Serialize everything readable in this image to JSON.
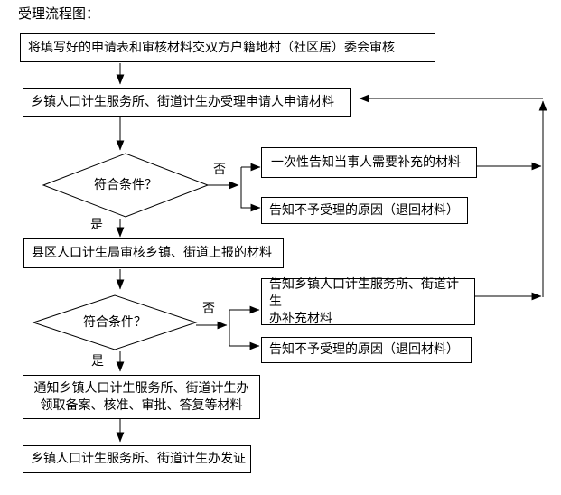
{
  "title": "受理流程图：",
  "labels": {
    "yes": "是",
    "no": "否"
  },
  "flowchart": {
    "nodes": {
      "step1": "将填写好的申请表和审核材料交双方户籍地村（社区居）委会审核",
      "step2": "乡镇人口计生服务所、街道计生办受理申请人申请材料",
      "decision1": "符合条件？",
      "branch1a": "一次性告知当事人需要补充的材料",
      "branch1b": "告知不予受理的原因（退回材料）",
      "step3": "县区人口计生局审核乡镇、街道上报的材料",
      "decision2": "符合条件？",
      "branch2a": "告知乡镇人口计生服务所、街道计生\n办补充材料",
      "branch2b": "告知不予受理的原因（退回材料）",
      "step4": "通知乡镇人口计生服务所、街道计生办\n领取备案、核准、审批、答复等材料",
      "step5": "乡镇人口计生服务所、街道计生办发证"
    }
  },
  "colors": {
    "background": "#ffffff",
    "line": "#000000",
    "text": "#000000",
    "box_fill": "#ffffff"
  }
}
